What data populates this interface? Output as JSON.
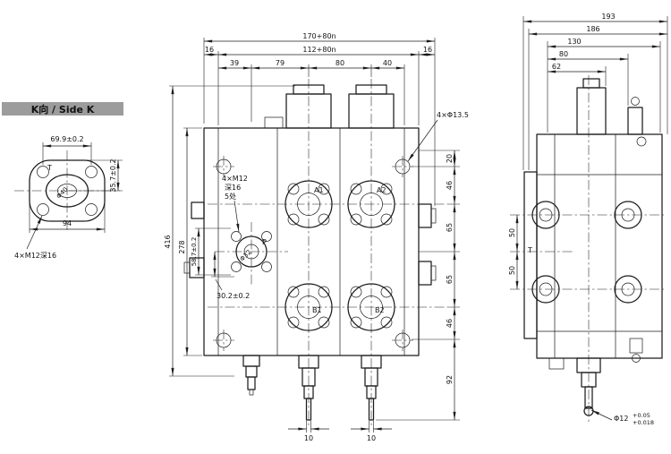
{
  "drawing": {
    "type": "engineering-drawing-3-views",
    "line_color": "#1c1c1c",
    "k_bar_bg": "#9c9c9c"
  },
  "side_k": {
    "title": "K向 / Side K",
    "dim_width": "69.9±0.2",
    "dim_height": "35.7±0.2",
    "dim_span": "94",
    "note_thread": "4×M12深16",
    "port_t": "T",
    "bore": "Φ40"
  },
  "front": {
    "dim_total": "170+80n",
    "dim_inner": "112+80n",
    "dim_end_left": "16",
    "dim_end_right": "16",
    "dim_seg_39": "39",
    "dim_seg_79": "79",
    "dim_seg_80": "80",
    "dim_seg_40": "40",
    "dim_height_416": "416",
    "dim_height_278": "278",
    "dim_port_587": "58.7±0.2",
    "dim_port_302": "30.2±0.2",
    "note_thread_line1": "4×M12",
    "note_thread_line2": "深16",
    "note_thread_line3": "5处",
    "note_holes": "4×Φ13.5",
    "dim_right_20": "20",
    "dim_right_46a": "46",
    "dim_right_65a": "65",
    "dim_right_65b": "65",
    "dim_right_46b": "46",
    "dim_right_92": "92",
    "dim_stem_10a": "10",
    "dim_stem_10b": "10",
    "port_a1": "A1",
    "port_a2": "A2",
    "port_b1": "B1",
    "port_b2": "B2",
    "port_p": "P",
    "bore_p": "Φ32"
  },
  "side": {
    "dim_193": "193",
    "dim_186": "186",
    "dim_130": "130",
    "dim_80": "80",
    "dim_62": "62",
    "dim_50_upper": "50",
    "dim_50_lower": "50",
    "port_t": "T",
    "note_pin": "Φ12",
    "note_pin_tol_upper": "+0.05",
    "note_pin_tol_lower": "+0.018"
  }
}
